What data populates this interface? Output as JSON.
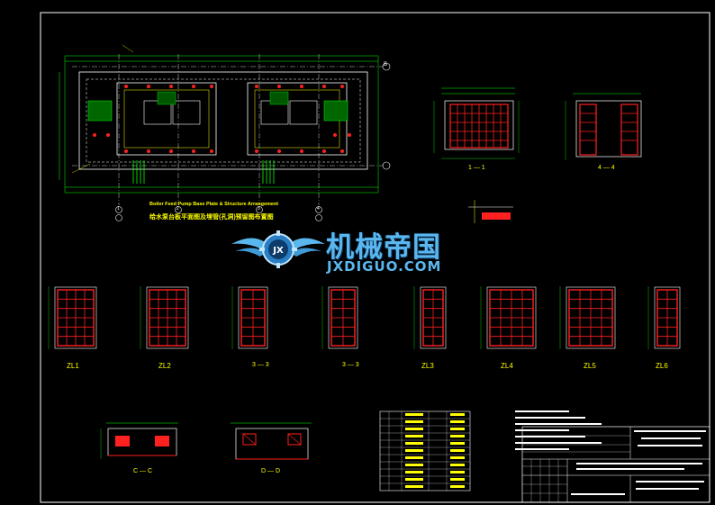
{
  "plan": {
    "title_en": "Boiler Feed Pump Base Plate & Structure Arrangement",
    "title_cn": "给水泵台板平面图及埋管(孔洞)预留图布置图"
  },
  "sections": [
    {
      "label": "1 — 1"
    },
    {
      "label": "4 — 4"
    },
    {
      "label": "3 — 3"
    },
    {
      "label": "3 — 3"
    },
    {
      "label": "C — C"
    },
    {
      "label": "D — D"
    }
  ],
  "details": [
    {
      "label": "ZL1"
    },
    {
      "label": "ZL2"
    },
    {
      "label": "ZL3"
    },
    {
      "label": "ZL4"
    },
    {
      "label": "ZL5"
    },
    {
      "label": "ZL6"
    }
  ],
  "axes": {
    "right_marker": "B",
    "bottom_markers": [
      "1",
      "2",
      "3",
      "4"
    ]
  },
  "watermark": {
    "cn": "机械帝国",
    "en": "JXDIGUO.COM",
    "badge": "JX"
  },
  "colors": {
    "background": "#000000",
    "rebar": "#ff2020",
    "linework": "#ffffff",
    "dimension": "#00ff00",
    "text": "#ffff00",
    "watermark": "#5ab7ee"
  }
}
